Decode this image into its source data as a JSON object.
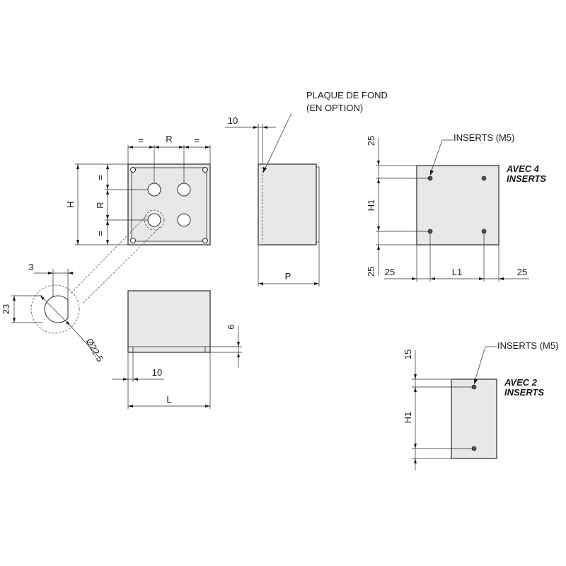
{
  "front": {
    "eq_top_left": "=",
    "eq_top_right": "=",
    "r_top": "R",
    "h": "H",
    "r_side": "R",
    "eq_side_top": "=",
    "eq_side_bottom": "="
  },
  "detail": {
    "d3": "3",
    "d23": "23",
    "d22": "Ø22.5"
  },
  "side": {
    "plate_label_1": "PLAQUE DE FOND",
    "plate_label_2": "(EN OPTION)",
    "d10": "10",
    "p": "P"
  },
  "bottom": {
    "d6": "6",
    "d10": "10",
    "l": "L"
  },
  "four": {
    "inserts_label": "INSERTS (M5)",
    "title_1": "AVEC 4",
    "title_2": "INSERTS",
    "d25_top": "25",
    "h1": "H1",
    "d25_bottom": "25",
    "d25_left": "25",
    "l1": "L1",
    "d25_right": "25"
  },
  "two": {
    "inserts_label": "INSERTS (M5)",
    "title_1": "AVEC 2",
    "title_2": "INSERTS",
    "d15": "15",
    "h1": "H1"
  }
}
